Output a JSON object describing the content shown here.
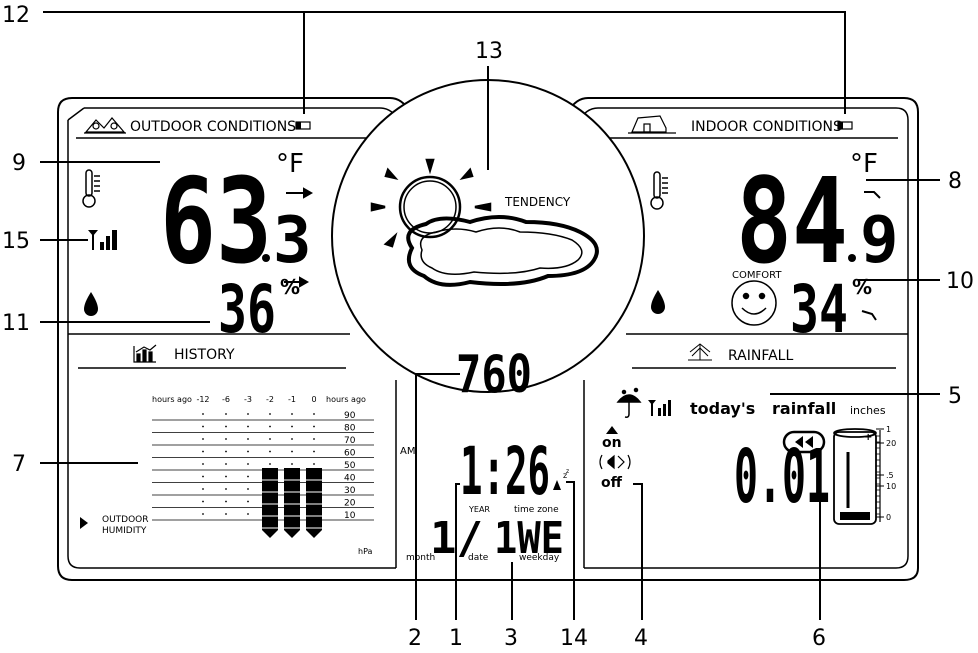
{
  "outdoor": {
    "title": "OUTDOOR CONDITIONS",
    "temp_int": "63",
    "temp_dec": "3",
    "temp_unit": "°F",
    "humidity": "36",
    "humidity_unit": "%"
  },
  "indoor": {
    "title": "INDOOR CONDITIONS",
    "temp_int": "84",
    "temp_dec": "9",
    "temp_unit": "°F",
    "comfort": "COMFORT",
    "humidity": "34",
    "humidity_unit": "%"
  },
  "tendency": {
    "label": "TENDENCY"
  },
  "pressure": {
    "value": "760"
  },
  "clock": {
    "am": "AM",
    "time": "1:26",
    "year": "YEAR",
    "time_zone": "time zone",
    "month": "month",
    "date": "date",
    "weekday": "weekday",
    "month_value": "1/",
    "weekday_value": "1WE"
  },
  "history": {
    "title": "HISTORY",
    "header_left": "hours ago",
    "header_right": "hours ago",
    "hour_ticks": [
      "-12",
      "-6",
      "-3",
      "-2",
      "-1",
      "0"
    ],
    "scale": [
      "90",
      "80",
      "70",
      "60",
      "50",
      "40",
      "30",
      "20",
      "10"
    ],
    "unit": "hPa",
    "mode_line1": "OUTDOOR",
    "mode_line2": "HUMIDITY"
  },
  "rainfall": {
    "title": "RAINFALL",
    "today": "today's",
    "rainfall_word": "rainfall",
    "unit": "inches",
    "value": "0.01",
    "alarm_on": "on",
    "alarm_off": "off",
    "gauge_ticks": [
      "1",
      "20",
      ".5",
      "10",
      "0"
    ],
    "gauge_plus": "+"
  },
  "callouts": [
    "1",
    "2",
    "3",
    "4",
    "5",
    "6",
    "7",
    "8",
    "9",
    "10",
    "11",
    "12",
    "13",
    "14",
    "15"
  ]
}
